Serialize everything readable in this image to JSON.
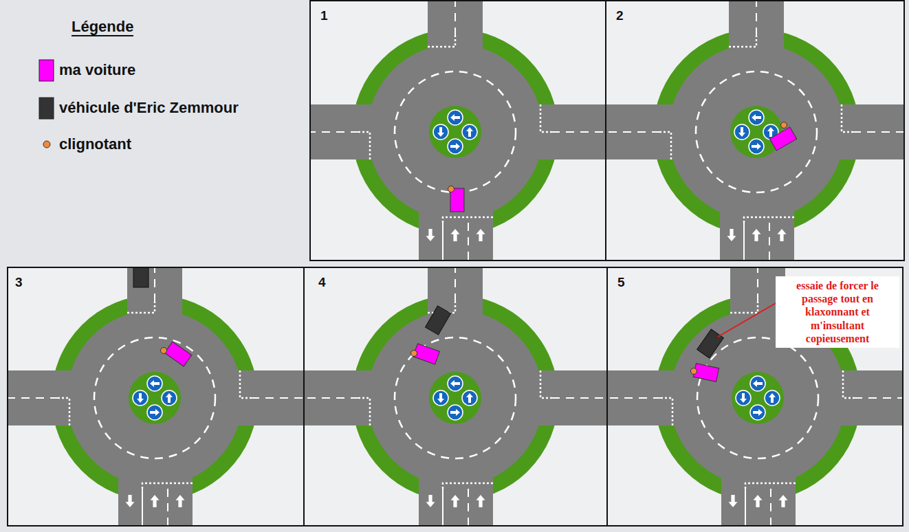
{
  "diagram": {
    "nodes": [
      {
        "text": [
          "essaie de forcer le passage tout en klaxonnant et m'insultant copieusement"
        ]
      }
    ],
    "labels": [
      "Légende",
      "1",
      "2",
      "3",
      "4",
      "5"
    ],
    "legend": [
      {
        "text": "ma voiture",
        "color": "#ff00ff"
      },
      {
        "text": "véhicule d'Eric Zemmour",
        "color": "#333333"
      },
      {
        "text": "clignotant",
        "color": "#f08a3c"
      }
    ]
  }
}
